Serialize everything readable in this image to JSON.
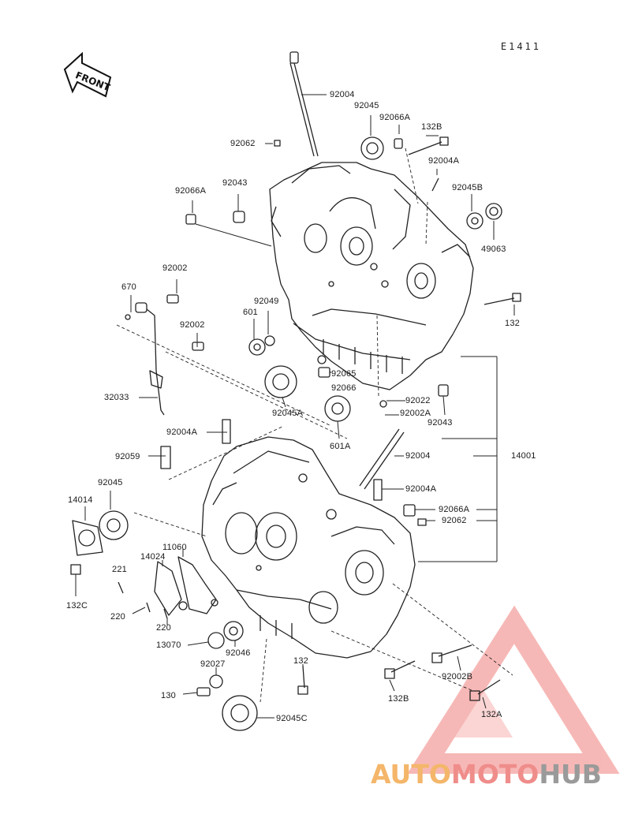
{
  "figure_code": "E1411",
  "front_label": "FRONT",
  "brand": {
    "part1": "AUTO",
    "part2": "MOTO",
    "part3": "HUB"
  },
  "labels": [
    {
      "id": "l1",
      "text": "92004"
    },
    {
      "id": "l2",
      "text": "92045"
    },
    {
      "id": "l3",
      "text": "92066A"
    },
    {
      "id": "l4",
      "text": "132B"
    },
    {
      "id": "l5",
      "text": "92062"
    },
    {
      "id": "l6",
      "text": "92004A"
    },
    {
      "id": "l7",
      "text": "92066A"
    },
    {
      "id": "l8",
      "text": "92043"
    },
    {
      "id": "l9",
      "text": "92045B"
    },
    {
      "id": "l10",
      "text": "49063"
    },
    {
      "id": "l11",
      "text": "92002"
    },
    {
      "id": "l12",
      "text": "670"
    },
    {
      "id": "l13",
      "text": "92049"
    },
    {
      "id": "l14",
      "text": "601"
    },
    {
      "id": "l15",
      "text": "132"
    },
    {
      "id": "l16",
      "text": "92002"
    },
    {
      "id": "l17",
      "text": "92065"
    },
    {
      "id": "l18",
      "text": "92066"
    },
    {
      "id": "l19",
      "text": "32033"
    },
    {
      "id": "l20",
      "text": "92022"
    },
    {
      "id": "l21",
      "text": "92045A"
    },
    {
      "id": "l22",
      "text": "92002A"
    },
    {
      "id": "l23",
      "text": "92043"
    },
    {
      "id": "l24",
      "text": "92004A"
    },
    {
      "id": "l25",
      "text": "601A"
    },
    {
      "id": "l26",
      "text": "92059"
    },
    {
      "id": "l27",
      "text": "92004"
    },
    {
      "id": "l28",
      "text": "14001"
    },
    {
      "id": "l29",
      "text": "92045"
    },
    {
      "id": "l30",
      "text": "92004A"
    },
    {
      "id": "l31",
      "text": "14014"
    },
    {
      "id": "l32",
      "text": "92066A"
    },
    {
      "id": "l33",
      "text": "92062"
    },
    {
      "id": "l34",
      "text": "11060"
    },
    {
      "id": "l35",
      "text": "14024"
    },
    {
      "id": "l36",
      "text": "221"
    },
    {
      "id": "l37",
      "text": "132C"
    },
    {
      "id": "l38",
      "text": "220"
    },
    {
      "id": "l39",
      "text": "220"
    },
    {
      "id": "l40",
      "text": "13070"
    },
    {
      "id": "l41",
      "text": "92046"
    },
    {
      "id": "l42",
      "text": "92027"
    },
    {
      "id": "l43",
      "text": "132"
    },
    {
      "id": "l44",
      "text": "92002B"
    },
    {
      "id": "l45",
      "text": "130"
    },
    {
      "id": "l46",
      "text": "132B"
    },
    {
      "id": "l47",
      "text": "132A"
    },
    {
      "id": "l48",
      "text": "92045C"
    }
  ]
}
